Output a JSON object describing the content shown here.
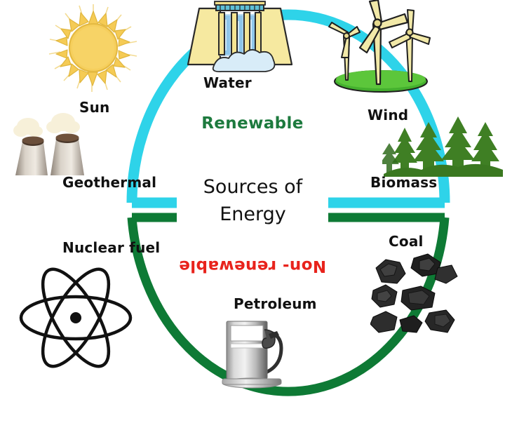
{
  "diagram": {
    "title_line1": "Sources of",
    "title_line2": "Energy",
    "category_renewable": "Renewable",
    "category_nonrenewable": "Non- renewable",
    "colors": {
      "renewable_arc": "#2ED3E9",
      "nonrenewable_arc": "#0E7A35",
      "renewable_text": "#1d7a3e",
      "nonrenewable_text": "#e8231c",
      "label_text": "#111111",
      "background": "#ffffff"
    }
  },
  "renewable_sources": [
    {
      "label": "Sun",
      "icon": "sun-icon"
    },
    {
      "label": "Water",
      "icon": "hydroelectric-dam-icon"
    },
    {
      "label": "Wind",
      "icon": "wind-turbines-icon"
    },
    {
      "label": "Biomass",
      "icon": "forest-trees-icon"
    },
    {
      "label": "Geothermal",
      "icon": "cooling-towers-icon"
    }
  ],
  "nonrenewable_sources": [
    {
      "label": "Coal",
      "icon": "coal-chunks-icon"
    },
    {
      "label": "Petroleum",
      "icon": "gas-pump-icon"
    },
    {
      "label": "Nuclear fuel",
      "icon": "atom-icon"
    }
  ],
  "labels": {
    "sun": "Sun",
    "water": "Water",
    "wind": "Wind",
    "biomass": "Biomass",
    "coal": "Coal",
    "petroleum": "Petroleum",
    "nuclear": "Nuclear fuel",
    "geothermal": "Geothermal"
  }
}
